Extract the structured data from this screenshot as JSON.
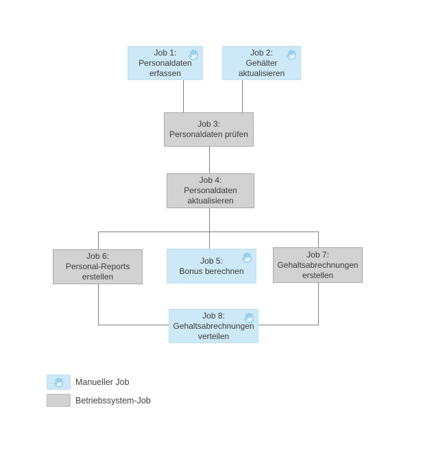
{
  "diagram": {
    "nodes": [
      {
        "id": "job1",
        "type": "manual",
        "lines": [
          "Job 1:",
          "Personaldaten",
          "erfassen"
        ]
      },
      {
        "id": "job2",
        "type": "manual",
        "lines": [
          "Job 2:",
          "Gehälter",
          "aktualisieren"
        ]
      },
      {
        "id": "job3",
        "type": "system",
        "lines": [
          "Job 3:",
          "Personaldaten prüfen"
        ]
      },
      {
        "id": "job4",
        "type": "system",
        "lines": [
          "Job 4:",
          "Personaldaten",
          "aktualisieren"
        ]
      },
      {
        "id": "job5",
        "type": "manual",
        "lines": [
          "Job 5:",
          "Bonus berechnen"
        ]
      },
      {
        "id": "job6",
        "type": "system",
        "lines": [
          "Job 6:",
          "Personal-Reports",
          "erstellen"
        ]
      },
      {
        "id": "job7",
        "type": "system",
        "lines": [
          "Job 7:",
          "Gehaltsabrechnungen",
          "erstellen"
        ]
      },
      {
        "id": "job8",
        "type": "manual",
        "lines": [
          "Job 8:",
          "Gehaltsabrechnungen",
          "verteilen"
        ]
      }
    ],
    "legend": {
      "manual_label": "Manueller Job",
      "system_label": "Betriebssystem-Job"
    },
    "colors": {
      "manual_fill": "#cde8f6",
      "system_fill": "#d2d2d2",
      "system_border": "#a8a8a8",
      "connector": "#7f7f7f",
      "hand_icon": "#7cc4e8",
      "text": "#3a3a3a"
    },
    "icons": {
      "manual_marker": "hand-icon"
    }
  }
}
